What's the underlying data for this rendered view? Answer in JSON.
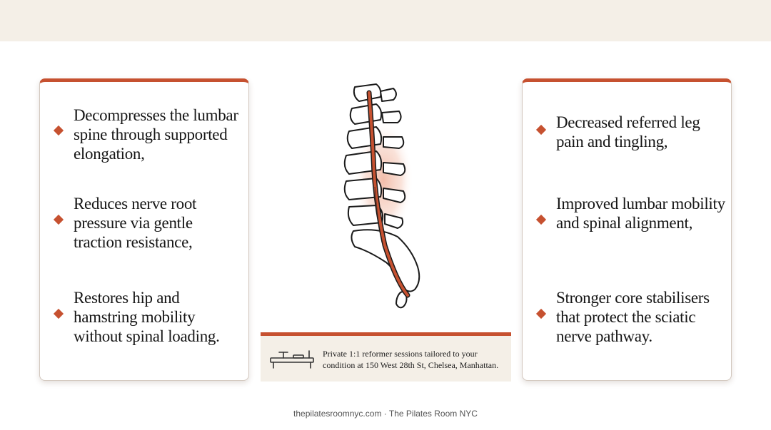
{
  "left_card": {
    "items": [
      {
        "text": "Decompresses the lumbar spine through supported elongation,"
      },
      {
        "text": "Reduces nerve root pressure via gentle traction resistance,"
      },
      {
        "text": "Restores hip and hamstring mobility without spinal loading."
      }
    ]
  },
  "right_card": {
    "items": [
      {
        "text": "Decreased referred leg pain and tingling,"
      },
      {
        "text": "Improved lumbar mobility and spinal alignment,"
      },
      {
        "text": "Stronger core stabilisers that protect the sciatic nerve pathway."
      }
    ]
  },
  "info_bar": {
    "text": "Private 1:1 reformer sessions tailored to your condition at 150 West 28th St, Chelsea, Manhattan."
  },
  "footer": {
    "text": "thepilatesroomnyc.com · The Pilates Room NYC"
  },
  "icons": {
    "bullet": "diamond-bullet-icon",
    "figure": "lumbar-spine-icon",
    "equipment": "reformer-icon"
  },
  "colors": {
    "accent": "#c65130",
    "band": "#f4efe7",
    "text": "#161616",
    "highlight": "#f2b9a5"
  }
}
